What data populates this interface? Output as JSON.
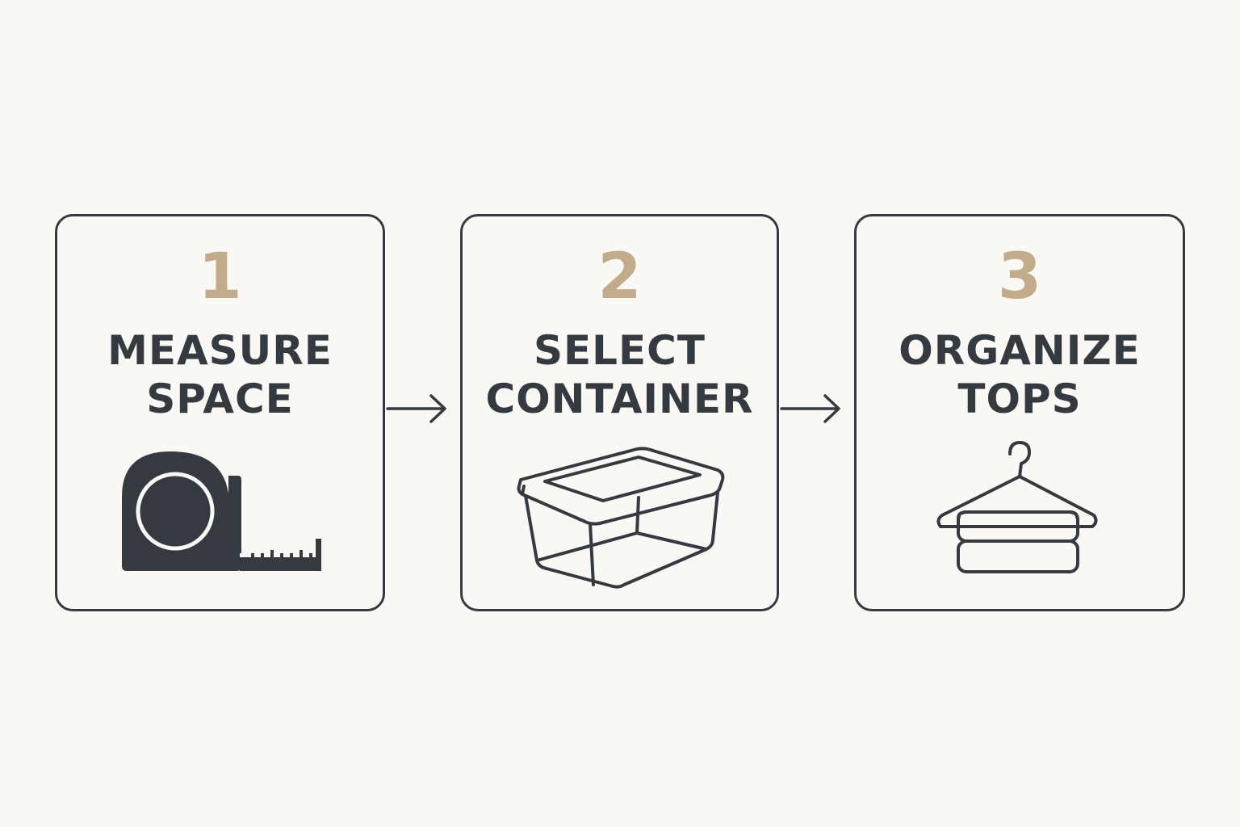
{
  "steps": [
    {
      "number": "1",
      "title_line1": "MEASURE",
      "title_line2": "SPACE",
      "icon": "tape-measure-icon"
    },
    {
      "number": "2",
      "title_line1": "SELECT",
      "title_line2": "CONTAINER",
      "icon": "storage-container-icon"
    },
    {
      "number": "3",
      "title_line1": "ORGANIZE",
      "title_line2": "TOPS",
      "icon": "hanger-with-folded-tops-icon"
    }
  ],
  "connectors": [
    "arrow-right-icon",
    "arrow-right-icon"
  ],
  "colors": {
    "background": "#faf8f4",
    "ink": "#353a41",
    "accent": "#c2ab8b"
  }
}
